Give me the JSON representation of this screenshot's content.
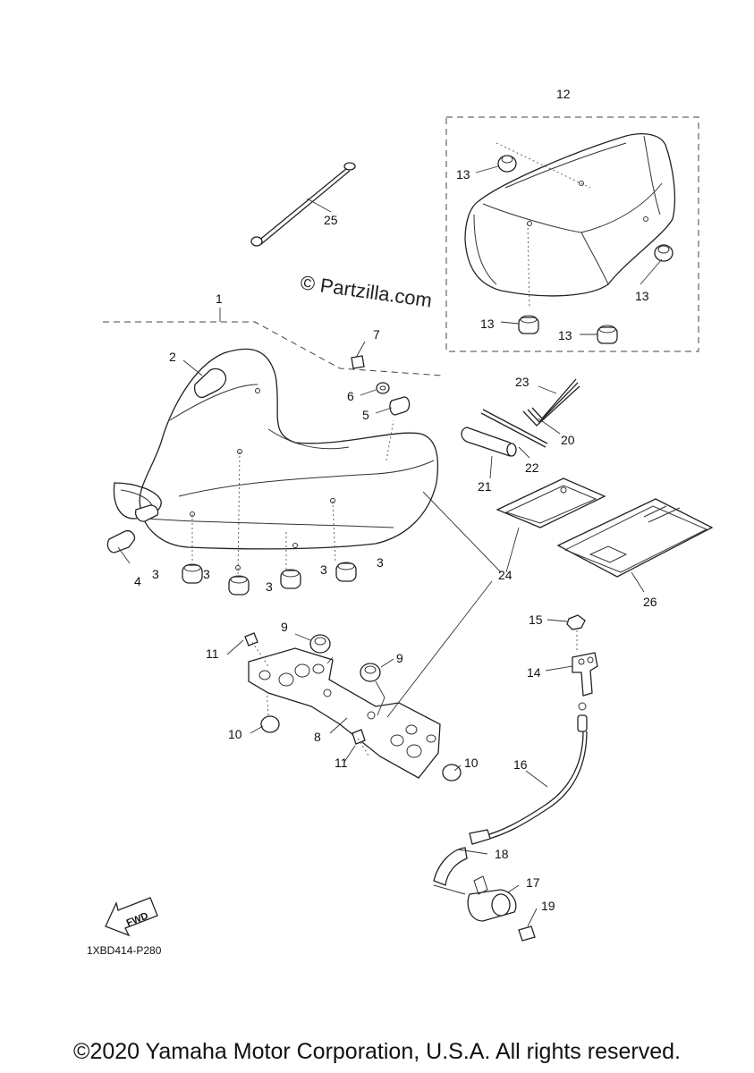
{
  "watermark": "© Partzilla.com",
  "diagram_code": "1XBD414-P280",
  "fwd_arrow_label": "FWD",
  "copyright": "©2020 Yamaha Motor Corporation, U.S.A. All rights reserved.",
  "callouts": {
    "c1": "1",
    "c2": "2",
    "c3a": "3",
    "c3b": "3",
    "c3c": "3",
    "c3d": "3",
    "c3e": "3",
    "c4": "4",
    "c5": "5",
    "c6": "6",
    "c7": "7",
    "c8": "8",
    "c9a": "9",
    "c9b": "9",
    "c10a": "10",
    "c10b": "10",
    "c11a": "11",
    "c11b": "11",
    "c12": "12",
    "c13a": "13",
    "c13b": "13",
    "c13c": "13",
    "c13d": "13",
    "c14": "14",
    "c15": "15",
    "c16": "16",
    "c17": "17",
    "c18": "18",
    "c19": "19",
    "c20": "20",
    "c21": "21",
    "c22": "22",
    "c23": "23",
    "c24": "24",
    "c25": "25",
    "c26": "26"
  }
}
